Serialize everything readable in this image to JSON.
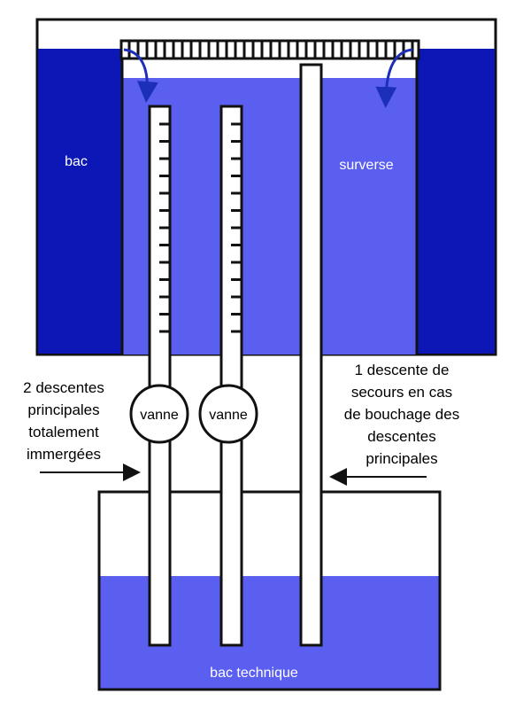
{
  "labels": {
    "bac": "bac",
    "surverse": "surverse",
    "bac_technique": "bac technique",
    "valve_left": "vanne",
    "valve_right": "vanne",
    "left_note": [
      "2 descentes",
      "principales",
      "totalement",
      "immergées"
    ],
    "right_note": [
      "1 descente de",
      "secours en cas",
      "de bouchage des",
      "descentes",
      "principales"
    ]
  },
  "colors": {
    "dark_water": "#0d17b5",
    "light_water": "#5b5ff0",
    "outline": "#111111",
    "arrow_blue": "#1c2fb8",
    "background": "#ffffff"
  }
}
